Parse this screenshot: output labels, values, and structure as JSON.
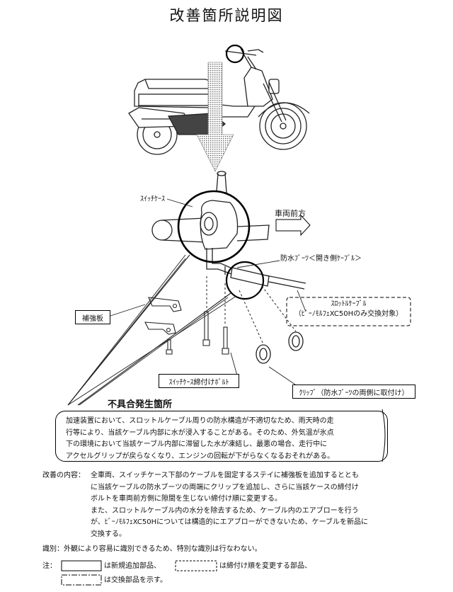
{
  "title": "改善箇所説明図",
  "labels": {
    "switch_case": "ｽｲｯﾁｹｰｽ",
    "vehicle_front": "車両前方",
    "boot": "防水ﾌﾞｰﾂ＜開き側ｹｰﾌﾞﾙ＞",
    "reinforcement": "補強板",
    "throttle_line1": "ｽﾛｯﾄﾙｹｰﾌﾞﾙ",
    "throttle_line2": "（ﾋﾞｰﾉﾓﾙﾌｪXC50Hのみ交換対象）",
    "bolt": "ｽｲｯﾁｹｰｽ締付けﾎﾞﾙﾄ",
    "clip": "ｸﾘｯﾌﾟ（防水ﾌﾞｰﾂの両側に取付け）"
  },
  "defect": {
    "heading": "不具合発生箇所",
    "lines": [
      "加速装置において、スロットルケーブル周りの防水構造が不適切なため、雨天時の走",
      "行等により、当該ケーブル内部に水が浸入することがある。そのため、外気温が氷点",
      "下の環境において当該ケーブル内部に滞留した水が凍結し、最悪の場合、走行中に",
      "アクセルグリップが戻らなくなり、エンジンの回転が下がらなくなるおそれがある。"
    ]
  },
  "improvement": {
    "label": "改善の内容：",
    "lines": [
      "全車両、スイッチケース下部のケーブルを固定するステイに補強板を追加するととも",
      "に当該ケーブルの防水ブーツの両端にクリップを追加し、さらに当該ケースの締付け",
      "ボルトを車両前方側に隙間を生じない締付け順に変更する。",
      "また、スロットルケーブル内の水分を除去するため、ケーブル内のエアブローを行う",
      "が、ﾋﾞｰﾉﾓﾙﾌｪXC50Hについては構造的にエアブローができないため、ケーブルを新品に",
      "交換する。"
    ]
  },
  "identification": "識別：外観により容易に識別できるため、特別な識別は行なわない。",
  "note": {
    "prefix": "注：",
    "solid_text": "は新規追加部品、",
    "dashed_text": "は締付け順を変更する部品、",
    "dash_dot_text": "は交換部品を示す。"
  }
}
